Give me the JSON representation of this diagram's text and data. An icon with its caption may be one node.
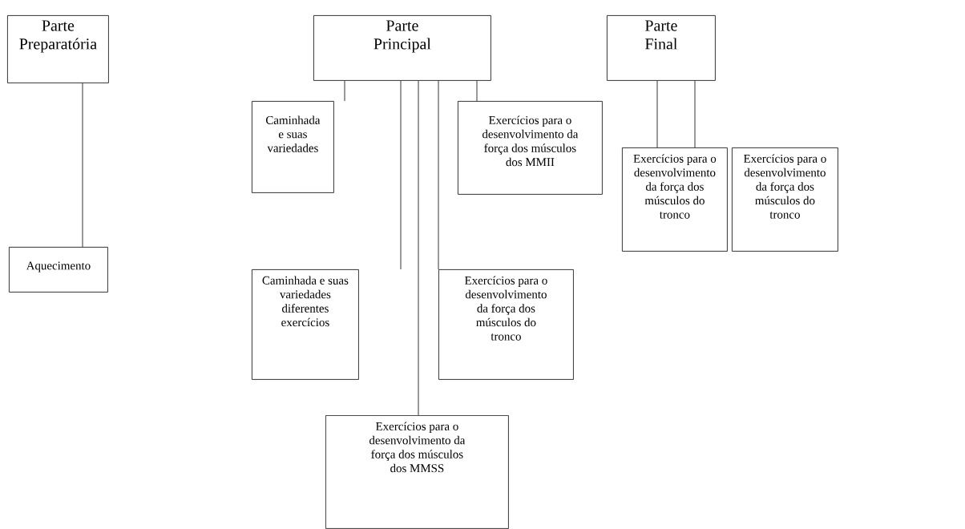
{
  "diagram": {
    "nodes": [
      {
        "text": [
          "Parte Preparatória"
        ]
      },
      {
        "text": [
          "Aquecimento"
        ]
      },
      {
        "text": [
          "Parte Principal"
        ]
      },
      {
        "text": [
          "Caminhada e suas variedades"
        ]
      },
      {
        "text": [
          "Exercícios para o desenvolvimento da força dos músculos dos MMII"
        ]
      },
      {
        "text": [
          "Caminhada e suas variedades diferentes exercícios"
        ]
      },
      {
        "text": [
          "Exercícios para o desenvolvimento da força dos músculos do tronco"
        ]
      },
      {
        "text": [
          "Exercícios para o desenvolvimento da força dos músculos dos MMSS"
        ]
      },
      {
        "text": [
          "Parte Final"
        ]
      },
      {
        "text": [
          "Exercícios para o desenvolvimento da força dos músculos do tronco"
        ]
      },
      {
        "text": [
          "Exercícios para o desenvolvimento da força dos músculos do tronco"
        ]
      }
    ],
    "edges": [
      {
        "from": 0,
        "to": 1,
        "arrow": "none"
      },
      {
        "from": 2,
        "to": 3,
        "arrow": "none"
      },
      {
        "from": 2,
        "to": 4,
        "arrow": "none"
      },
      {
        "from": 2,
        "to": null,
        "arrow": "none"
      },
      {
        "from": 2,
        "to": 6,
        "arrow": "none"
      },
      {
        "from": 2,
        "to": 7,
        "arrow": "none"
      },
      {
        "from": 8,
        "to": 9,
        "arrow": "none"
      },
      {
        "from": 8,
        "to": 9,
        "arrow": "none"
      }
    ]
  }
}
